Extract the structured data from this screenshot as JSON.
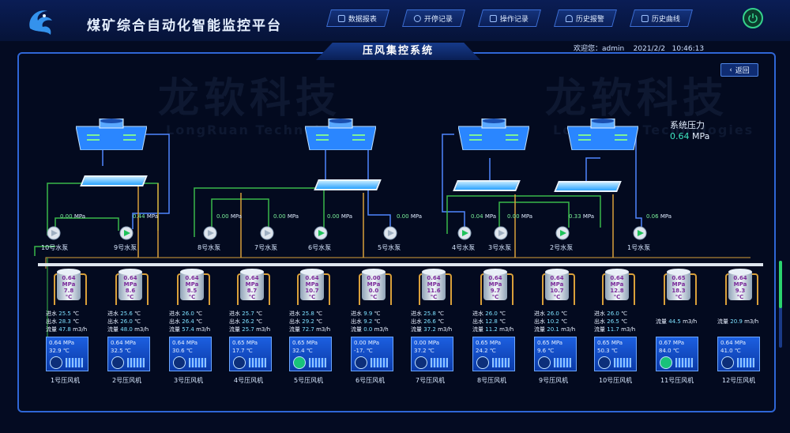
{
  "header": {
    "app_title": "煤矿综合自动化智能监控平台",
    "nav": [
      {
        "label": "数据报表",
        "icon": "data-report-icon"
      },
      {
        "label": "开停记录",
        "icon": "power-record-icon"
      },
      {
        "label": "操作记录",
        "icon": "operation-log-icon"
      },
      {
        "label": "历史报警",
        "icon": "alarm-bell-icon"
      },
      {
        "label": "历史曲线",
        "icon": "history-curve-icon"
      }
    ],
    "user": "欢迎您：admin",
    "date": "2021/2/2",
    "time": "10:46:13"
  },
  "panel": {
    "title": "压风集控系统",
    "back_label": "返回",
    "watermark_cn": "龙软科技",
    "watermark_en": "LongRuan Technologies"
  },
  "system_pressure": {
    "label": "系统压力",
    "value": "0.64",
    "unit": "MPa"
  },
  "pumps": [
    {
      "label": "10号水泵",
      "pressure": "0.00",
      "running": false
    },
    {
      "label": "9号水泵",
      "pressure": "0.44",
      "running": true
    },
    {
      "label": "8号水泵",
      "pressure": "0.00",
      "running": false
    },
    {
      "label": "7号水泵",
      "pressure": "0.00",
      "running": false
    },
    {
      "label": "6号水泵",
      "pressure": "0.00",
      "running": true
    },
    {
      "label": "5号水泵",
      "pressure": "0.00",
      "running": false
    },
    {
      "label": "4号水泵",
      "pressure": "0.04",
      "running": true
    },
    {
      "label": "3号水泵",
      "pressure": "0.00",
      "running": false
    },
    {
      "label": "2号水泵",
      "pressure": "0.33",
      "running": true
    },
    {
      "label": "1号水泵",
      "pressure": "0.06",
      "running": true
    }
  ],
  "pressure_unit": "MPa",
  "stat_labels": {
    "in": "进水",
    "out": "出水",
    "flow": "流量",
    "temp_unit": "℃",
    "flow_unit": "m3/h"
  },
  "compressors": [
    {
      "label": "1号压风机",
      "tank_p": "0.64",
      "tank_t": "7.8",
      "in_t": "25.5",
      "out_t": "28.3",
      "flow": "47.8",
      "unit_p": "0.64",
      "unit_t": "32.9",
      "running": false
    },
    {
      "label": "2号压风机",
      "tank_p": "0.64",
      "tank_t": "8.6",
      "in_t": "25.6",
      "out_t": "26.0",
      "flow": "48.0",
      "unit_p": "0.64",
      "unit_t": "32.5",
      "running": false
    },
    {
      "label": "3号压风机",
      "tank_p": "0.64",
      "tank_t": "8.5",
      "in_t": "26.0",
      "out_t": "26.4",
      "flow": "57.4",
      "unit_p": "0.64",
      "unit_t": "30.6",
      "running": false
    },
    {
      "label": "4号压风机",
      "tank_p": "0.64",
      "tank_t": "8.7",
      "in_t": "25.7",
      "out_t": "26.2",
      "flow": "25.7",
      "unit_p": "0.65",
      "unit_t": "17.7",
      "running": false
    },
    {
      "label": "5号压风机",
      "tank_p": "0.64",
      "tank_t": "10.7",
      "in_t": "25.8",
      "out_t": "29.2",
      "flow": "72.7",
      "unit_p": "0.65",
      "unit_t": "32.4",
      "running": true
    },
    {
      "label": "6号压风机",
      "tank_p": "0.00",
      "tank_t": "0.0",
      "in_t": "9.9",
      "out_t": "9.2",
      "flow": "0.0",
      "unit_p": "0.00",
      "unit_t": "-17.",
      "running": false
    },
    {
      "label": "7号压风机",
      "tank_p": "0.64",
      "tank_t": "11.6",
      "in_t": "25.8",
      "out_t": "26.6",
      "flow": "37.2",
      "unit_p": "0.00",
      "unit_t": "37.2",
      "running": false
    },
    {
      "label": "8号压风机",
      "tank_p": "0.64",
      "tank_t": "9.7",
      "in_t": "26.0",
      "out_t": "12.8",
      "flow": "11.2",
      "unit_p": "0.65",
      "unit_t": "24.2",
      "running": false
    },
    {
      "label": "9号压风机",
      "tank_p": "0.64",
      "tank_t": "10.7",
      "in_t": "26.0",
      "out_t": "10.2",
      "flow": "20.1",
      "unit_p": "0.65",
      "unit_t": "9.6",
      "running": false
    },
    {
      "label": "10号压风机",
      "tank_p": "0.64",
      "tank_t": "12.8",
      "in_t": "26.0",
      "out_t": "26.5",
      "flow": "11.7",
      "unit_p": "0.65",
      "unit_t": "50.3",
      "running": false
    },
    {
      "label": "11号压风机",
      "tank_p": "0.65",
      "tank_t": "18.3",
      "flow": "44.5",
      "unit_p": "0.67",
      "unit_t": "84.0",
      "running": true
    },
    {
      "label": "12号压风机",
      "tank_p": "0.64",
      "tank_t": "9.3",
      "flow": "20.9",
      "unit_p": "0.64",
      "unit_t": "41.0",
      "running": false
    }
  ]
}
